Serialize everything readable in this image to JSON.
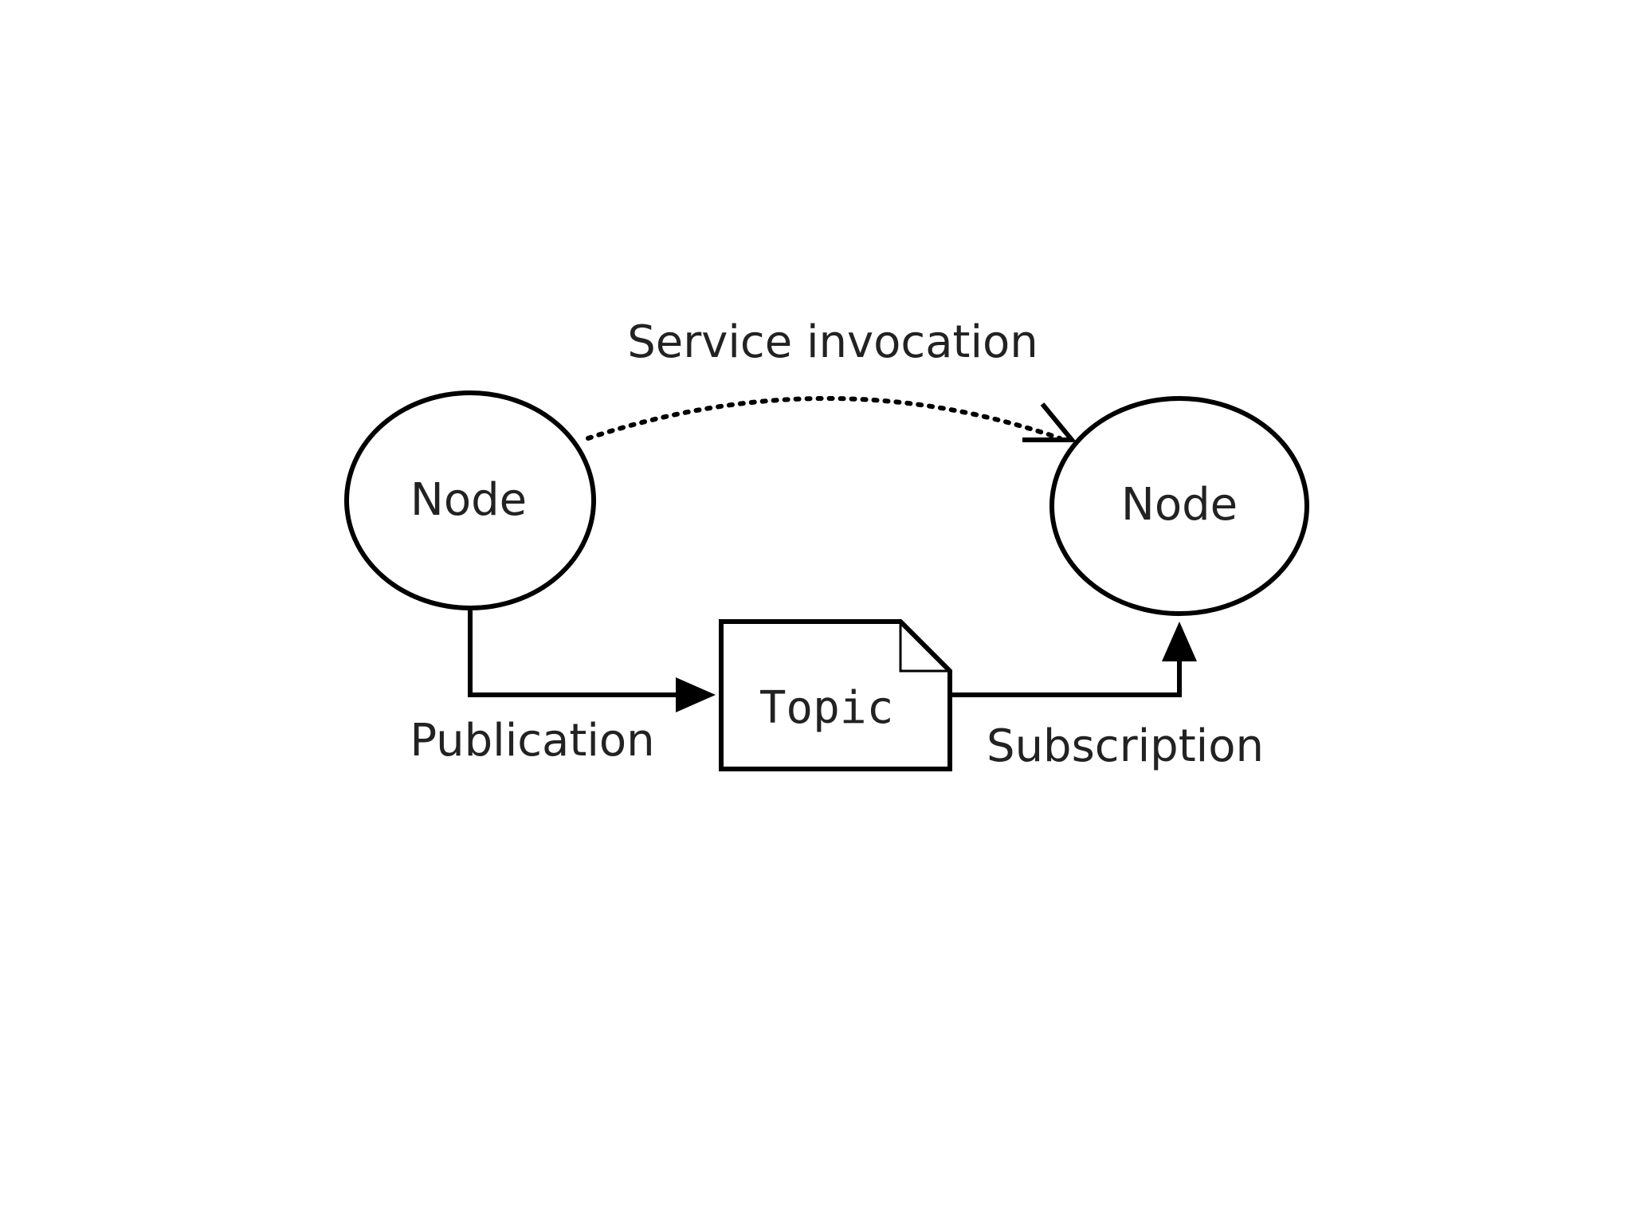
{
  "diagram": {
    "nodes": [
      {
        "id": "node-left",
        "label": "Node"
      },
      {
        "id": "node-right",
        "label": "Node"
      }
    ],
    "topic": {
      "label": "Topic"
    },
    "edges": {
      "service": {
        "label": "Service invocation",
        "style": "dotted"
      },
      "publication": {
        "label": "Publication",
        "style": "solid"
      },
      "subscription": {
        "label": "Subscription",
        "style": "solid"
      }
    }
  }
}
